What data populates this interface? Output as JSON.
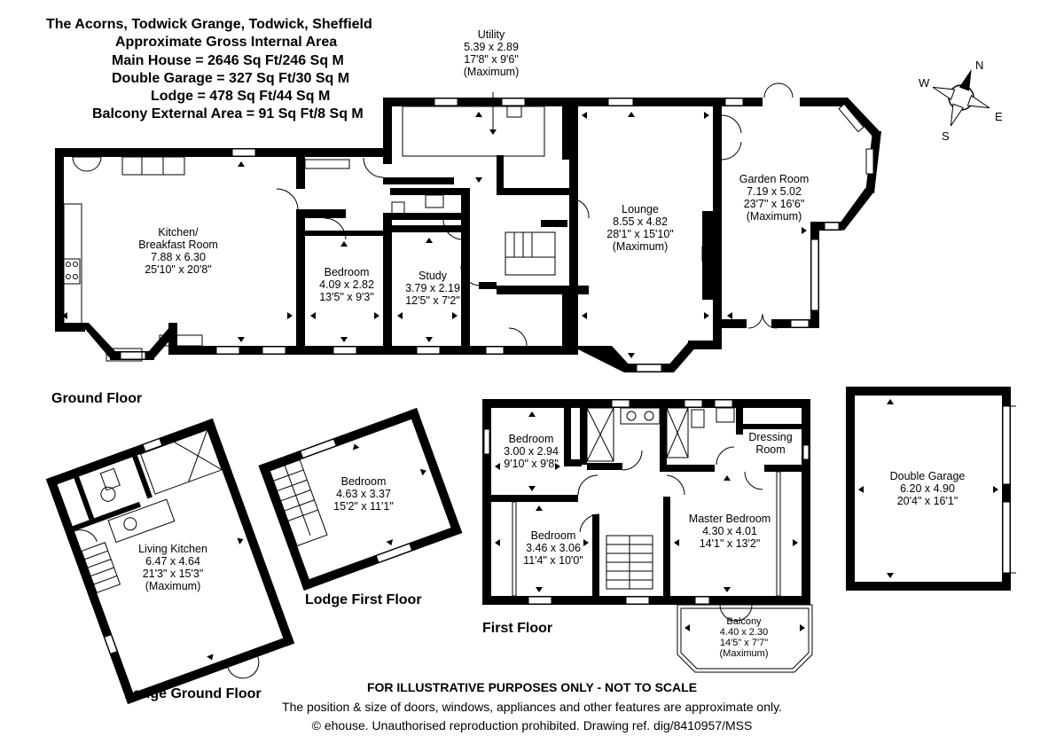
{
  "header": {
    "address": "The Acorns, Todwick Grange, Todwick, Sheffield",
    "gia_title": "Approximate Gross Internal Area",
    "main_house": "Main House = 2646 Sq Ft/246 Sq M",
    "double_garage": "Double Garage = 327 Sq Ft/30 Sq M",
    "lodge": "Lodge = 478 Sq Ft/44 Sq M",
    "balcony": "Balcony External Area = 91 Sq Ft/8 Sq M"
  },
  "compass": {
    "n": "N",
    "e": "E",
    "s": "S",
    "w": "W",
    "icon": "compass-icon"
  },
  "floors": {
    "ground": "Ground Floor",
    "first": "First Floor",
    "lodge_ground": "Lodge Ground Floor",
    "lodge_first": "Lodge First Floor"
  },
  "rooms": {
    "utility": {
      "name": "Utility",
      "metric": "5.39 x 2.89",
      "imperial": "17'8\" x 9'6\"",
      "note": "(Maximum)"
    },
    "kitchen": {
      "name": "Kitchen/",
      "name2": "Breakfast Room",
      "metric": "7.88 x 6.30",
      "imperial": "25'10\" x 20'8\""
    },
    "bedroom_gf": {
      "name": "Bedroom",
      "metric": "4.09 x 2.82",
      "imperial": "13'5\" x 9'3\""
    },
    "study": {
      "name": "Study",
      "metric": "3.79 x 2.19",
      "imperial": "12'5\" x 7'2\""
    },
    "lounge": {
      "name": "Lounge",
      "metric": "8.55 x 4.82",
      "imperial": "28'1\" x 15'10\"",
      "note": "(Maximum)"
    },
    "garden_room": {
      "name": "Garden Room",
      "metric": "7.19 x 5.02",
      "imperial": "23'7\" x 16'6\"",
      "note": "(Maximum)"
    },
    "bedroom_ff1": {
      "name": "Bedroom",
      "metric": "3.00 x 2.94",
      "imperial": "9'10\" x 9'8\""
    },
    "dressing": {
      "name": "Dressing",
      "name2": "Room"
    },
    "bedroom_ff2": {
      "name": "Bedroom",
      "metric": "3.46 x 3.06",
      "imperial": "11'4\" x 10'0\""
    },
    "master": {
      "name": "Master Bedroom",
      "metric": "4.30 x 4.01",
      "imperial": "14'1\" x 13'2\""
    },
    "balcony": {
      "name": "Balcony",
      "metric": "4.40 x 2.30",
      "imperial": "14'5\" x 7'7\"",
      "note": "(Maximum)"
    },
    "garage": {
      "name": "Double Garage",
      "metric": "6.20 x 4.90",
      "imperial": "20'4\" x 16'1\""
    },
    "living_kitchen": {
      "name": "Living Kitchen",
      "metric": "6.47 x 4.64",
      "imperial": "21'3\" x 15'3\"",
      "note": "(Maximum)"
    },
    "lodge_bedroom": {
      "name": "Bedroom",
      "metric": "4.63 x 3.37",
      "imperial": "15'2\" x 11'1\""
    }
  },
  "footer": {
    "disclaimer": "FOR ILLUSTRATIVE PURPOSES ONLY - NOT TO SCALE",
    "note": "The position & size of doors, windows, appliances and other features are approximate only.",
    "copyright": "© ehouse. Unauthorised reproduction prohibited. Drawing ref. dig/8410957/MSS"
  }
}
